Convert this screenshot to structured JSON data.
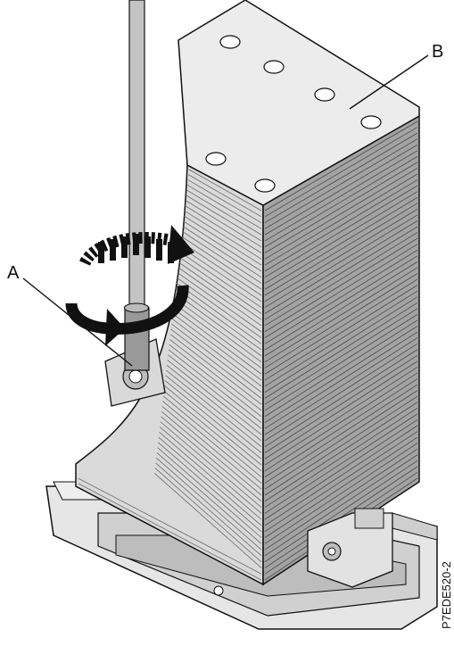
{
  "figure": {
    "callout_a": "A",
    "callout_b": "B",
    "figure_id": "P7EDE520-2"
  },
  "colors": {
    "line": "#111111",
    "heatsink_front": "#d6d6d6",
    "heatsink_side": "#9a9a9a",
    "heatsink_top": "#e8e8e8",
    "fin_line": "#5a5a5a",
    "screwdriver": "#bdbdbd",
    "base_plate": "#e4e4e4",
    "arrow": "#111111"
  },
  "icons": {
    "rotation": "clockwise-rotation-arrow-icon",
    "screw": "screw-icon"
  }
}
